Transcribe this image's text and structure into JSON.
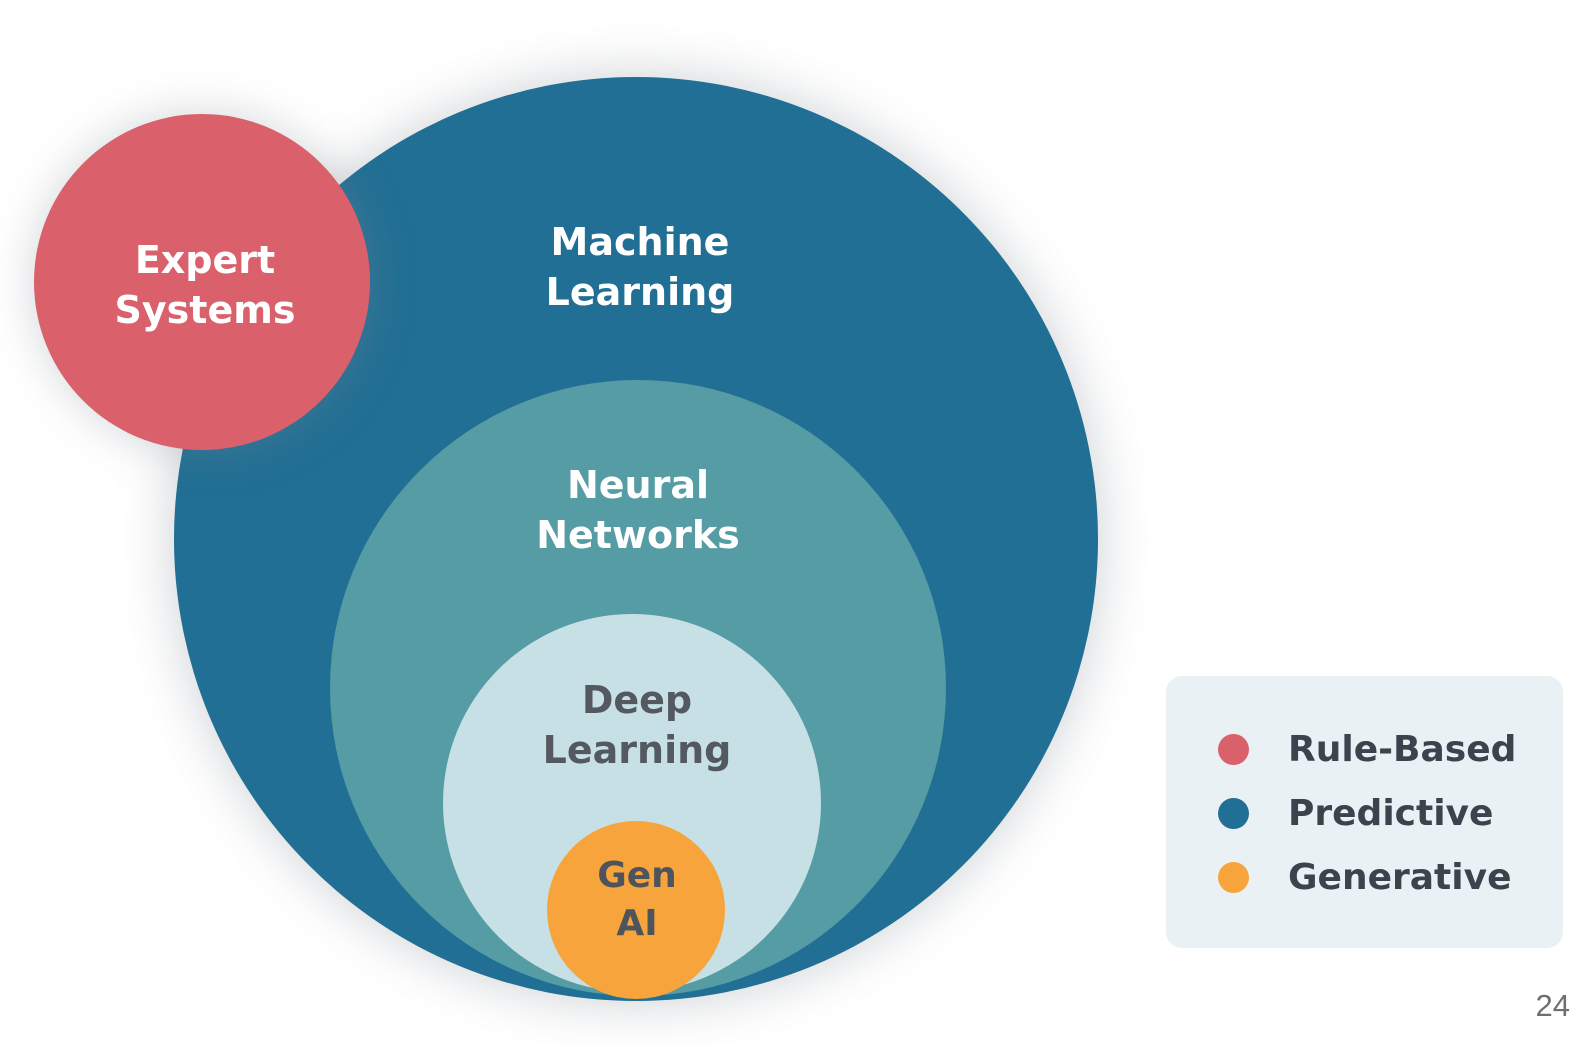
{
  "diagram": {
    "type": "nested-euler-diagram",
    "circles": {
      "machine_learning": {
        "line1": "Machine",
        "line2": "Learning",
        "color": "#216F94",
        "category": "Predictive"
      },
      "neural_networks": {
        "line1": "Neural",
        "line2": "Networks",
        "color": "#559CA5",
        "category": "Predictive"
      },
      "deep_learning": {
        "line1": "Deep",
        "line2": "Learning",
        "color": "#C6E0E6",
        "category": "Predictive"
      },
      "gen_ai": {
        "line1": "Gen",
        "line2": "AI",
        "color": "#F8A43C",
        "category": "Generative"
      },
      "expert_systems": {
        "line1": "Expert",
        "line2": "Systems",
        "color": "#DA616B",
        "category": "Rule-Based"
      }
    },
    "nesting": "Machine Learning > Neural Networks > Deep Learning > Gen AI; Expert Systems overlaps Machine Learning"
  },
  "legend": {
    "items": [
      {
        "label": "Rule-Based",
        "color": "#DA616B"
      },
      {
        "label": "Predictive",
        "color": "#216F94"
      },
      {
        "label": "Generative",
        "color": "#F8A43C"
      }
    ],
    "background": "#E9F1F5",
    "text_color": "#3B434D"
  },
  "page_number": "24"
}
